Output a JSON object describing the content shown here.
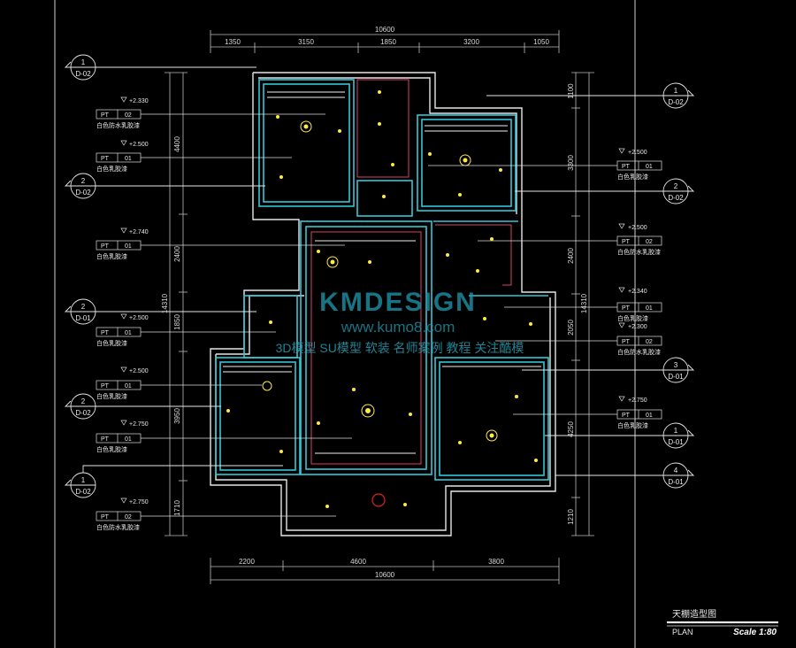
{
  "drawing": {
    "title": "天棚造型图",
    "subtitle": "PLAN",
    "scale": "Scale 1:80"
  },
  "watermark": {
    "brand": "KMDESIGN",
    "url": "www.kumo8.com",
    "tagline": "3D模型 SU模型 软装 名师案例 教程 关注酷模",
    "color": "#1f9bb0"
  },
  "dimensions": {
    "top_segments": [
      "1350",
      "3150",
      "1850",
      "3200",
      "1050"
    ],
    "top_total": "10600",
    "bottom_segments": [
      "2200",
      "4600",
      "3800"
    ],
    "bottom_total": "10600",
    "left_segments": [
      "4400",
      "2400",
      "1850",
      "3950",
      "1710"
    ],
    "left_total": "14310",
    "right_segments": [
      "1100",
      "3300",
      "2400",
      "2050",
      "4250",
      "1210"
    ],
    "right_total": "14310"
  },
  "tags_left": [
    {
      "level": "+2.330",
      "code": "PT",
      "num": "02",
      "material": "白色防水乳胶漆"
    },
    {
      "level": "+2.500",
      "code": "PT",
      "num": "01",
      "material": "白色乳胶漆"
    },
    {
      "level": "+2.740",
      "code": "PT",
      "num": "01",
      "material": "白色乳胶漆"
    },
    {
      "level": "+2.500",
      "code": "PT",
      "num": "01",
      "material": "白色乳胶漆"
    },
    {
      "level": "+2.500",
      "code": "PT",
      "num": "01",
      "material": "白色乳胶漆"
    },
    {
      "level": "+2.750",
      "code": "PT",
      "num": "01",
      "material": "白色乳胶漆"
    },
    {
      "level": "+2.750",
      "code": "PT",
      "num": "02",
      "material": "白色防水乳胶漆"
    }
  ],
  "tags_right": [
    {
      "level": "+2.500",
      "code": "PT",
      "num": "01",
      "material": "白色乳胶漆"
    },
    {
      "level": "+2.500",
      "code": "PT",
      "num": "02",
      "material": "白色防水乳胶漆"
    },
    {
      "level": "+2.340",
      "code": "PT",
      "num": "01",
      "material": "白色乳胶漆"
    },
    {
      "level": "+2.300",
      "code": "PT",
      "num": "02",
      "material": "白色防水乳胶漆"
    },
    {
      "level": "+2.750",
      "code": "PT",
      "num": "01",
      "material": "白色乳胶漆"
    }
  ],
  "bubbles_left": [
    {
      "num": "1",
      "ref": "D-02"
    },
    {
      "num": "2",
      "ref": "D-02"
    },
    {
      "num": "2",
      "ref": "D-01"
    },
    {
      "num": "2",
      "ref": "D-02"
    },
    {
      "num": "1",
      "ref": "D-02"
    }
  ],
  "bubbles_right": [
    {
      "num": "1",
      "ref": "D-02"
    },
    {
      "num": "2",
      "ref": "D-02"
    },
    {
      "num": "3",
      "ref": "D-01"
    },
    {
      "num": "1",
      "ref": "D-01"
    },
    {
      "num": "4",
      "ref": "D-01"
    }
  ]
}
